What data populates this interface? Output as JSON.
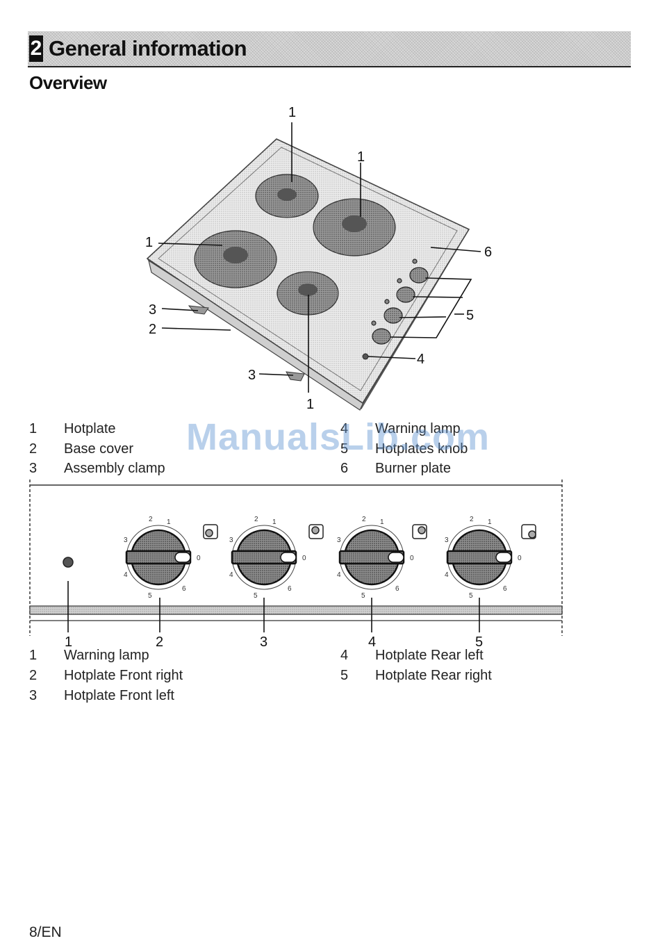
{
  "section": {
    "number": "2",
    "title": "General information"
  },
  "subheading": "Overview",
  "figure1": {
    "callouts": {
      "hotplate": "1",
      "base_cover": "2",
      "assembly_clamp": "3",
      "warning_lamp": "4",
      "knob": "5",
      "burner_plate": "6"
    }
  },
  "legend1": [
    {
      "num": "1",
      "label": "Hotplate"
    },
    {
      "num": "2",
      "label": "Base cover"
    },
    {
      "num": "3",
      "label": "Assembly clamp"
    },
    {
      "num": "4",
      "label": "Warning lamp"
    },
    {
      "num": "5",
      "label": "Hotplates knob"
    },
    {
      "num": "6",
      "label": "Burner plate"
    }
  ],
  "figure2": {
    "callouts": [
      "1",
      "2",
      "3",
      "4",
      "5"
    ],
    "dial_marks": [
      "0",
      "1",
      "2",
      "3",
      "4",
      "5",
      "6"
    ]
  },
  "legend2": [
    {
      "num": "1",
      "label": "Warning lamp"
    },
    {
      "num": "2",
      "label": "Hotplate Front right"
    },
    {
      "num": "3",
      "label": "Hotplate Front left"
    },
    {
      "num": "4",
      "label": "Hotplate Rear left"
    },
    {
      "num": "5",
      "label": "Hotplate Rear right"
    }
  ],
  "watermark": "ManualsLib.com",
  "footer": {
    "page": "8/EN"
  }
}
